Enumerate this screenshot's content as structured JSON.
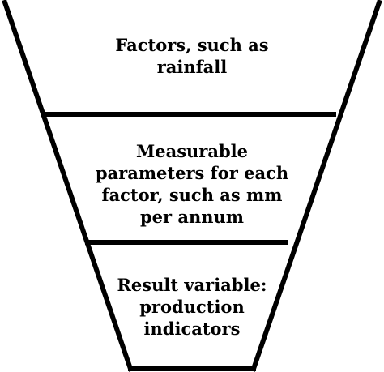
{
  "diagram": {
    "levels": [
      {
        "lines": [
          "Factors, such as",
          "rainfall"
        ]
      },
      {
        "lines": [
          "Measurable",
          "parameters for each",
          "factor, such as mm",
          "per annum"
        ]
      },
      {
        "lines": [
          "Result variable:",
          "production",
          "indicators"
        ]
      }
    ]
  },
  "colors": {
    "stroke": "#000000",
    "background": "#ffffff"
  }
}
